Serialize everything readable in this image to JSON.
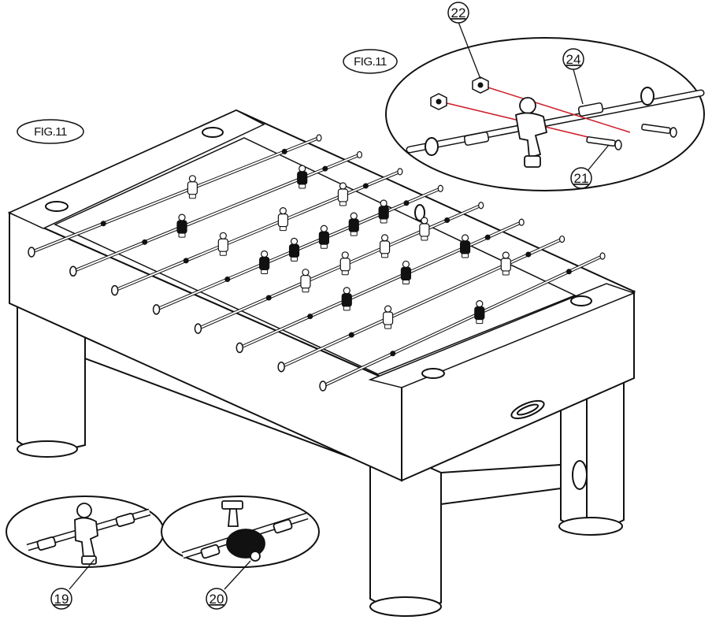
{
  "figure_labels": {
    "main": "FIG.11",
    "inset": "FIG.11"
  },
  "callouts": {
    "goalie_doll": "19",
    "defender_doll": "20",
    "bolt": "21",
    "nut": "22",
    "rod": "24"
  },
  "colors": {
    "line": "#111111",
    "paper": "#ffffff",
    "assembly_line": "#cc1f2a",
    "dark_figure": "#111111"
  }
}
